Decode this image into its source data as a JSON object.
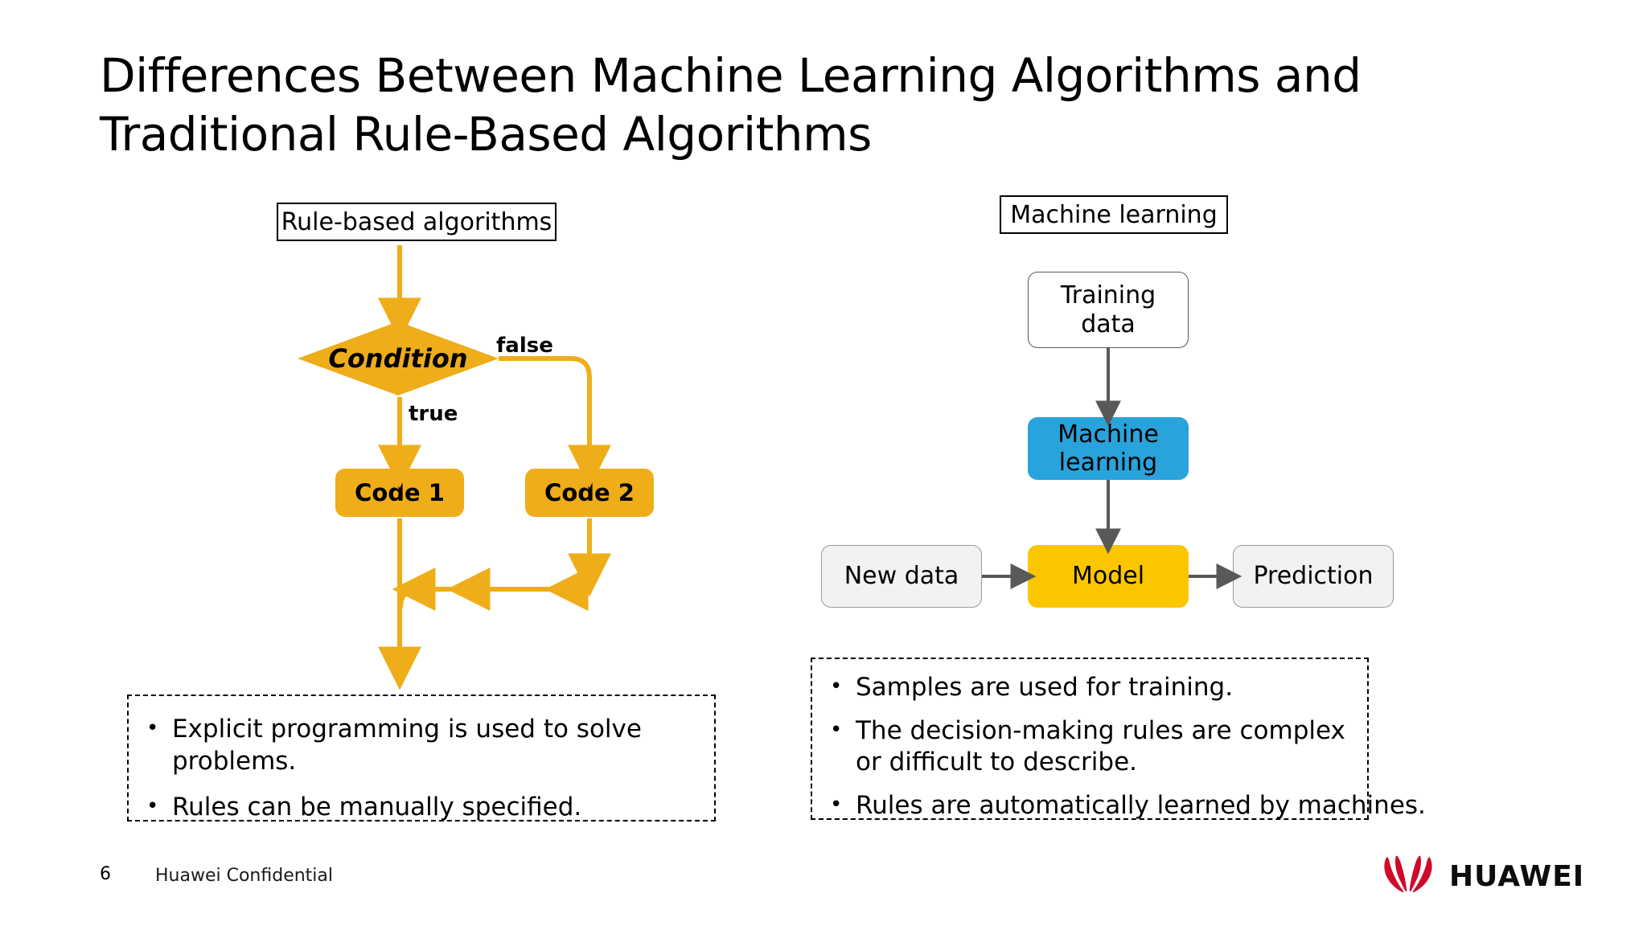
{
  "slide": {
    "title": "Differences Between Machine Learning Algorithms and Traditional Rule-Based Algorithms",
    "background": "#FFFFFF"
  },
  "colors": {
    "amber": "#EFAD1A",
    "amber_bright": "#FBC600",
    "blue": "#29A3DB",
    "gray_fill": "#F2F2F2",
    "arrow_gray": "#595959",
    "huawei_red": "#CF0A2C"
  },
  "left_panel": {
    "header": "Rule-based algorithms",
    "diamond": "Condition",
    "edge_labels": {
      "true": "true",
      "false": "false"
    },
    "branch_true": "Code 1",
    "branch_false": "Code 2",
    "notes": [
      "Explicit programming is used to solve problems.",
      "Rules can be manually specified."
    ],
    "bullet_glyph": "•"
  },
  "right_panel": {
    "header": "Machine learning",
    "training_data": "Training\ndata",
    "training_data_line1": "Training",
    "training_data_line2": "data",
    "machine_learning_line1": "Machine",
    "machine_learning_line2": "learning",
    "new_data": "New data",
    "model": "Model",
    "prediction": "Prediction",
    "notes": [
      "Samples are used for training.",
      "The decision-making rules are complex or difficult to describe.",
      "Rules are automatically learned by machines."
    ],
    "bullet_glyph": "•"
  },
  "footer": {
    "page_number": "6",
    "confidential": "Huawei Confidential",
    "brand": "HUAWEI"
  }
}
